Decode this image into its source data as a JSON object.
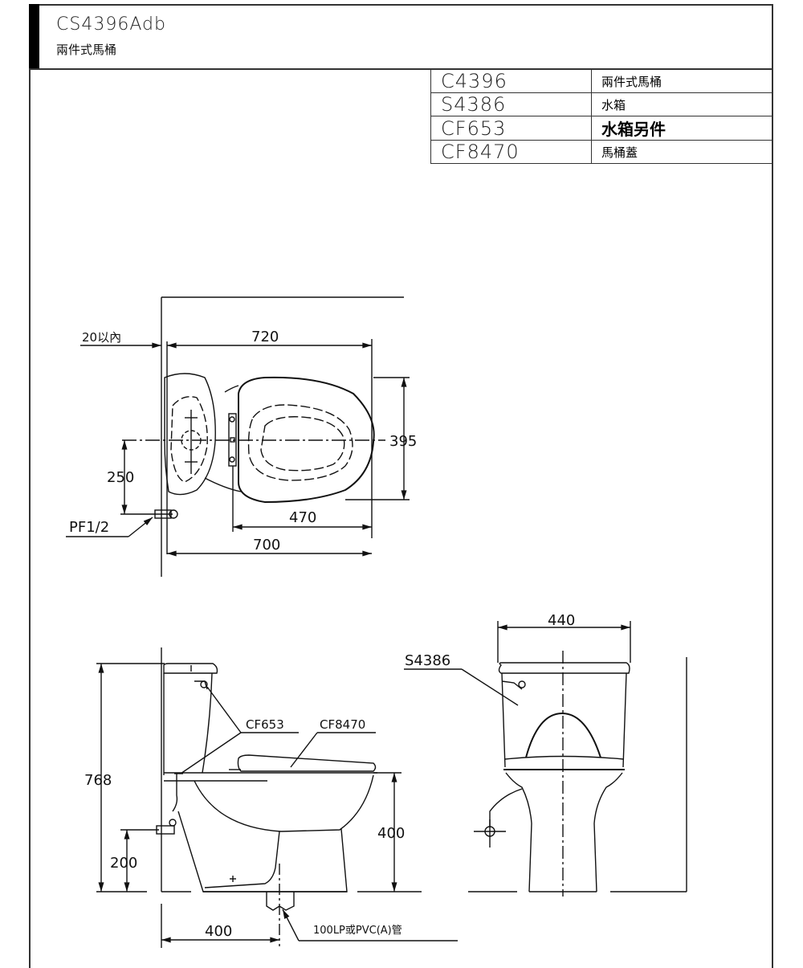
{
  "header": {
    "model": "CS4396Adb",
    "subtitle": "兩件式馬桶"
  },
  "parts_table": [
    {
      "code": "C4396",
      "name": "兩件式馬桶",
      "bold": false
    },
    {
      "code": "S4386",
      "name": "水箱",
      "bold": false
    },
    {
      "code": "CF653",
      "name": "水箱另件",
      "bold": true
    },
    {
      "code": "CF8470",
      "name": "馬桶蓋",
      "bold": false
    }
  ],
  "top_view": {
    "dim_wall_gap": "20以內",
    "dim_total_length": "720",
    "dim_width": "395",
    "dim_supply_offset": "250",
    "supply_label": "PF1/2",
    "dim_seat_length": "470",
    "dim_body_length": "700"
  },
  "side_view": {
    "dim_height": "768",
    "dim_supply_height": "200",
    "dim_seat_height": "400",
    "dim_rough_in": "400",
    "label_fittings": "CF653",
    "label_seat": "CF8470",
    "drain_label": "100LP或PVC(A)管"
  },
  "front_view": {
    "dim_tank_width": "440",
    "label_tank": "S4386"
  }
}
